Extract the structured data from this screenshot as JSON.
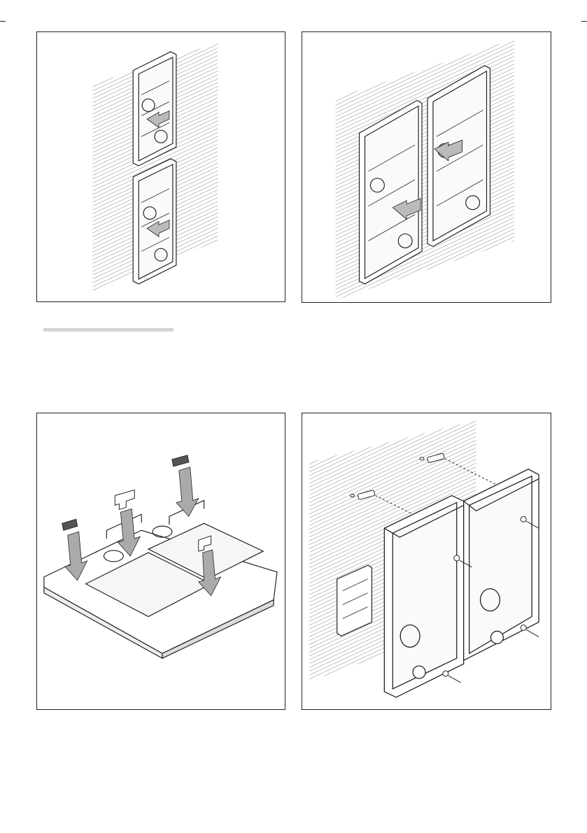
{
  "page": {
    "figures": [
      {
        "id": "fig-a",
        "icon": "flush-box-vertical-stack-illustration"
      },
      {
        "id": "fig-b",
        "icon": "flush-box-side-by-side-illustration"
      },
      {
        "id": "fig-c",
        "icon": "module-frame-cover-clips-illustration"
      },
      {
        "id": "fig-d",
        "icon": "surface-frame-wall-mounting-illustration"
      }
    ],
    "section_rule_color": "#d4d4d4",
    "line_color": "#222222"
  }
}
